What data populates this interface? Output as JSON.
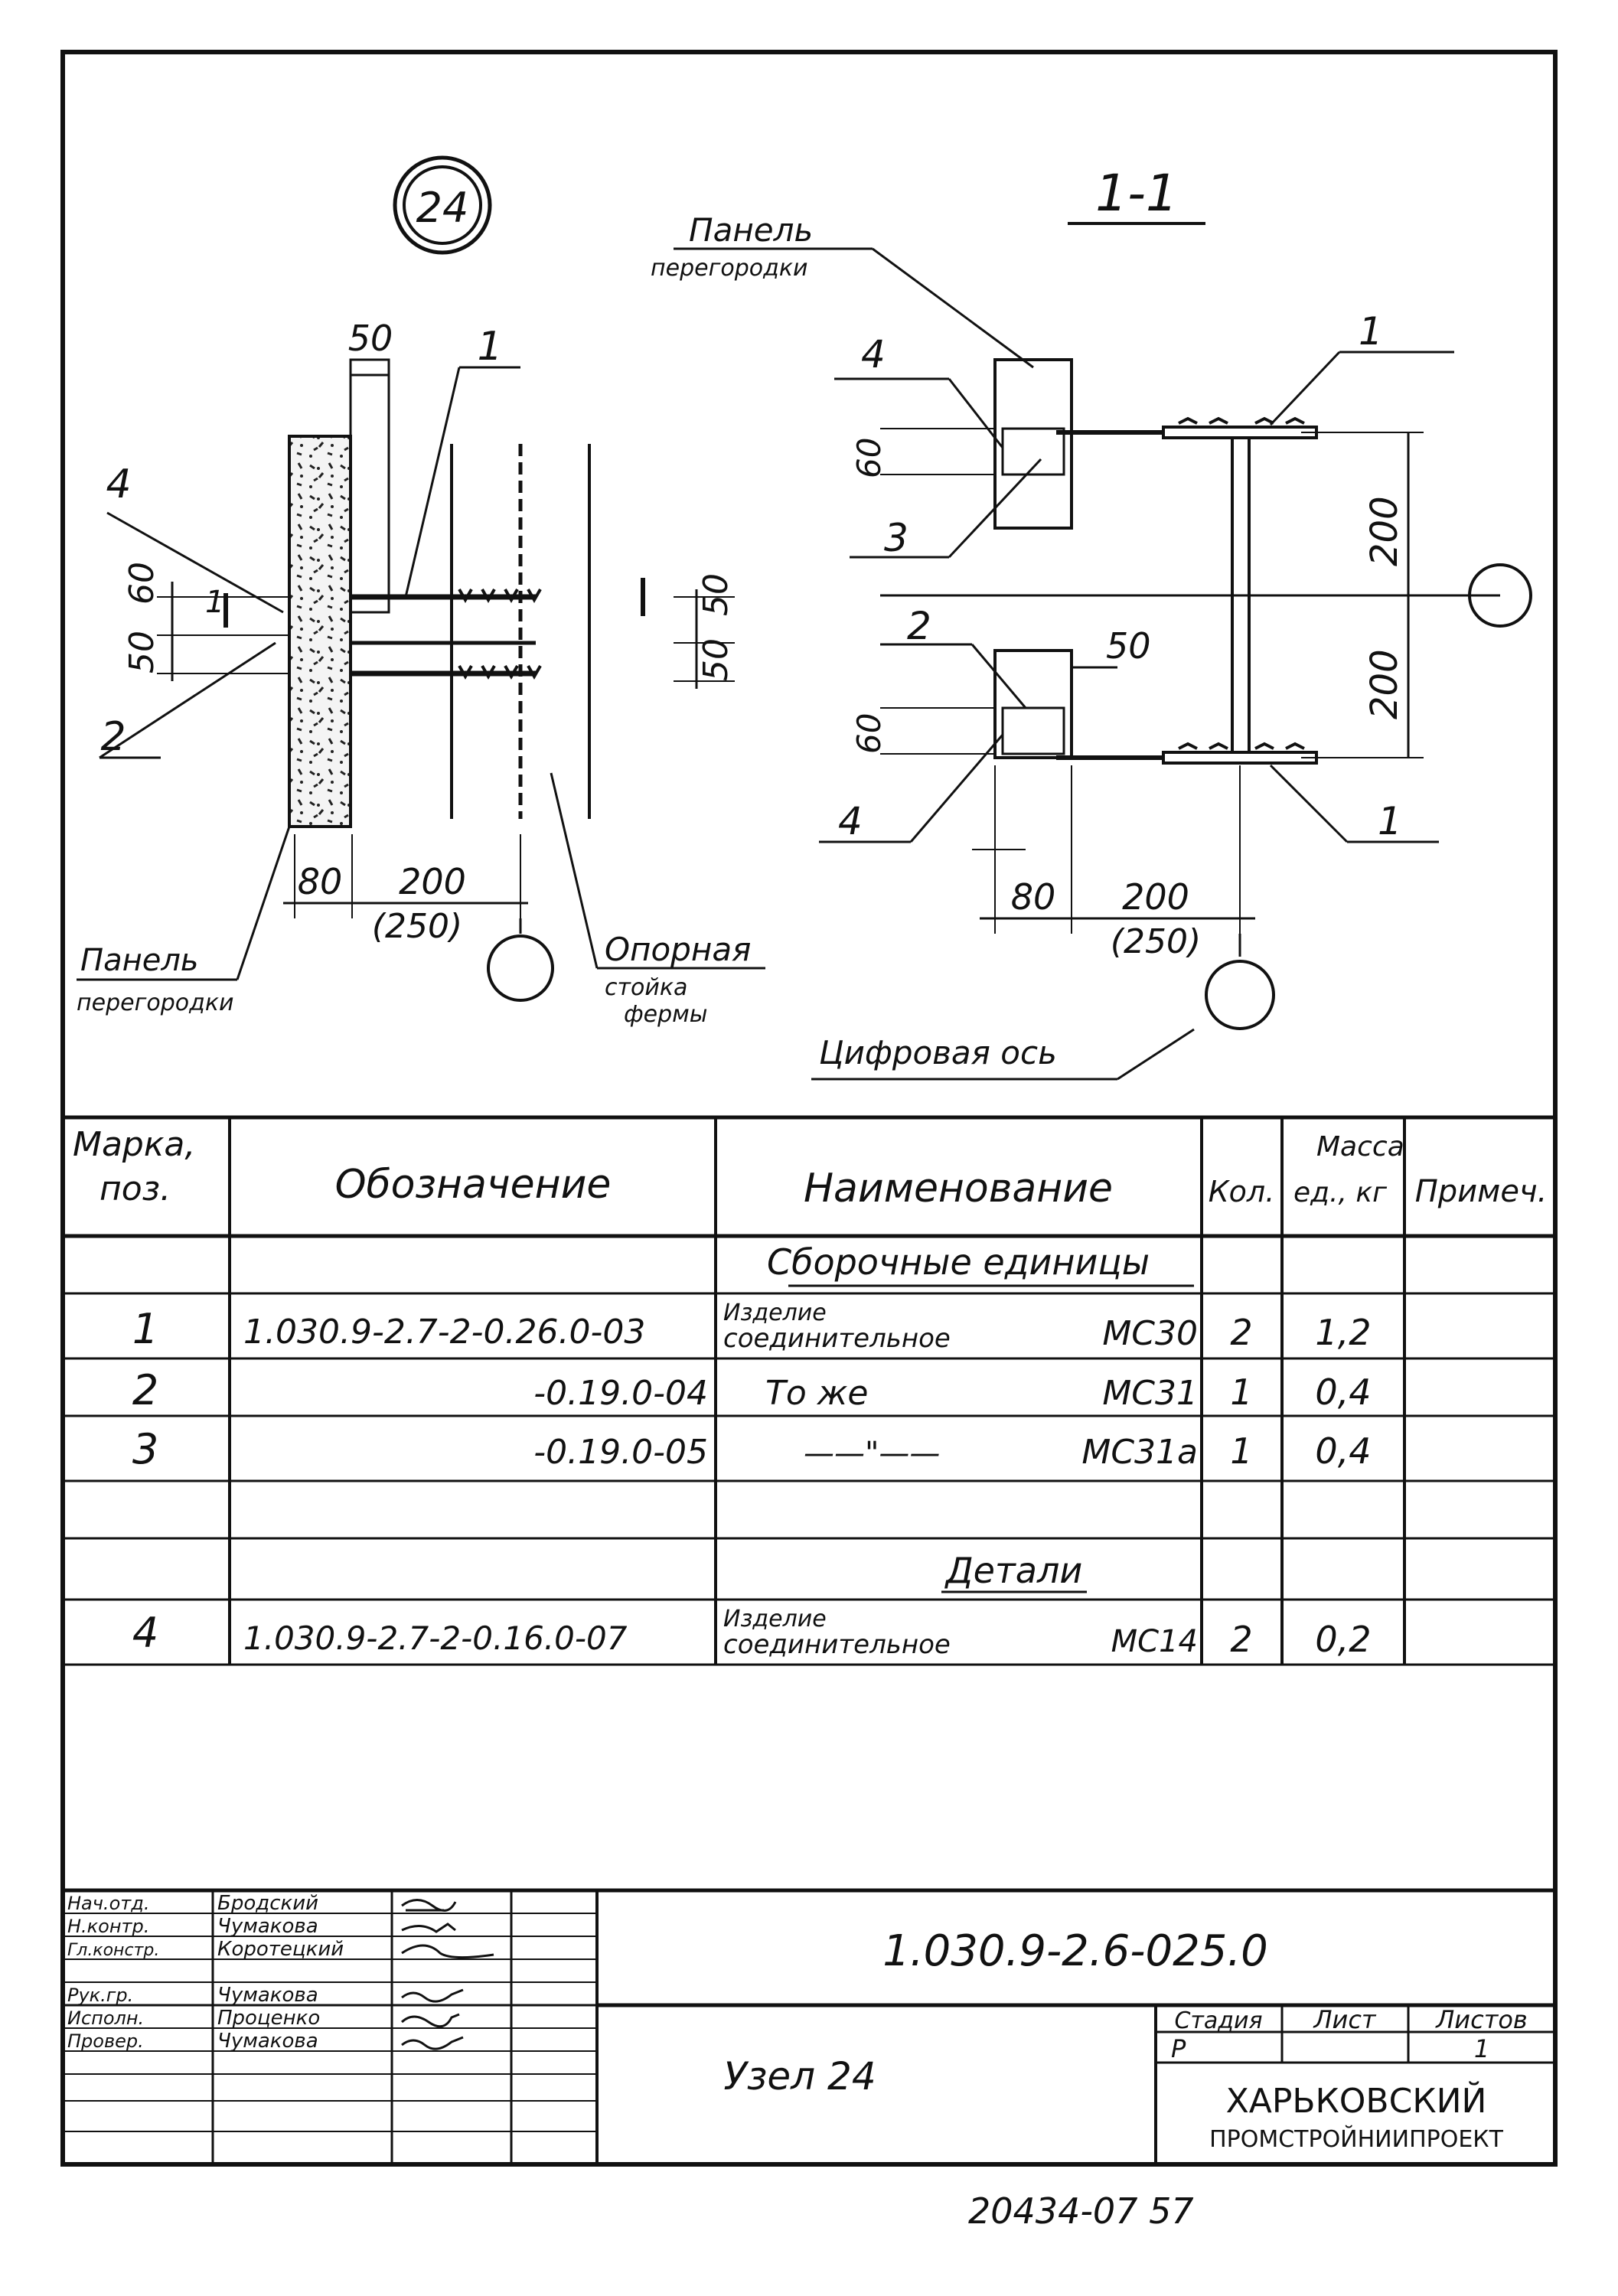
{
  "drawing": {
    "node_circle": "24",
    "section_title": "1-1",
    "left": {
      "dim_top": "50",
      "callout_1": "1",
      "callout_4": "4",
      "callout_2": "2",
      "dim_60": "60",
      "dim_50_left": "50",
      "dim_50_right_top": "50",
      "dim_50_right_bottom": "50",
      "section_mark": "1",
      "dim_80": "80",
      "dim_200": "200",
      "dim_250": "(250)",
      "panel_label_1": "Панель",
      "panel_label_2": "перегородки",
      "support_label_1": "Опорная",
      "support_label_2": "стойка",
      "support_label_3": "фермы"
    },
    "right": {
      "panel_label_1": "Панель",
      "panel_label_2": "перегородки",
      "callout_4_top": "4",
      "callout_3": "3",
      "callout_1_top": "1",
      "callout_2": "2",
      "callout_4_bottom": "4",
      "callout_1_bottom": "1",
      "dim_60_top": "60",
      "dim_60_bottom": "60",
      "dim_200_top": "200",
      "dim_200_bottom": "200",
      "dim_50": "50",
      "dim_80": "80",
      "dim_200_h": "200",
      "dim_250": "(250)",
      "axis_label": "Цифровая ось"
    }
  },
  "spec_table": {
    "headers": {
      "mark": "Марка, поз.",
      "designation": "Обозначение",
      "name": "Наименование",
      "qty": "Кол.",
      "mass": "Масса ед., кг",
      "note": "Примеч."
    },
    "section_assembly": "Сборочные единицы",
    "section_parts": "Детали",
    "rows": [
      {
        "mark": "1",
        "designation": "1.030.9-2.7-2-0.26.0-03",
        "name_line1": "Изделие",
        "name_line2": "соединительное",
        "code": "МС30",
        "qty": "2",
        "mass": "1,2"
      },
      {
        "mark": "2",
        "designation": "-0.19.0-04",
        "name_line1": "То же",
        "name_line2": "",
        "code": "МС31",
        "qty": "1",
        "mass": "0,4"
      },
      {
        "mark": "3",
        "designation": "-0.19.0-05",
        "name_line1": "——\"——",
        "name_line2": "",
        "code": "МС31а",
        "qty": "1",
        "mass": "0,4"
      },
      {
        "mark": "4",
        "designation": "1.030.9-2.7-2-0.16.0-07",
        "name_line1": "Изделие",
        "name_line2": "соединительное",
        "code": "МС14",
        "qty": "2",
        "mass": "0,2"
      }
    ]
  },
  "title_block": {
    "roles": [
      {
        "role": "Нач.отд.",
        "name": "Бродский"
      },
      {
        "role": "Н.контр.",
        "name": "Чумакова"
      },
      {
        "role": "Гл.констр.",
        "name": "Коротецкий"
      },
      {
        "role": "Рук.гр.",
        "name": "Чумакова"
      },
      {
        "role": "Исполн.",
        "name": "Проценко"
      },
      {
        "role": "Провер.",
        "name": "Чумакова"
      }
    ],
    "doc_number": "1.030.9-2.6-025.0",
    "title": "Узел 24",
    "stage_header": "Стадия",
    "sheet_header": "Лист",
    "sheets_header": "Листов",
    "stage_value": "Р",
    "sheet_value": "",
    "sheets_value": "1",
    "org_line1": "ХАРЬКОВСКИЙ",
    "org_line2": "ПРОМСТРОЙНИИПРОЕКТ"
  },
  "footer_code": "20434-07 57"
}
